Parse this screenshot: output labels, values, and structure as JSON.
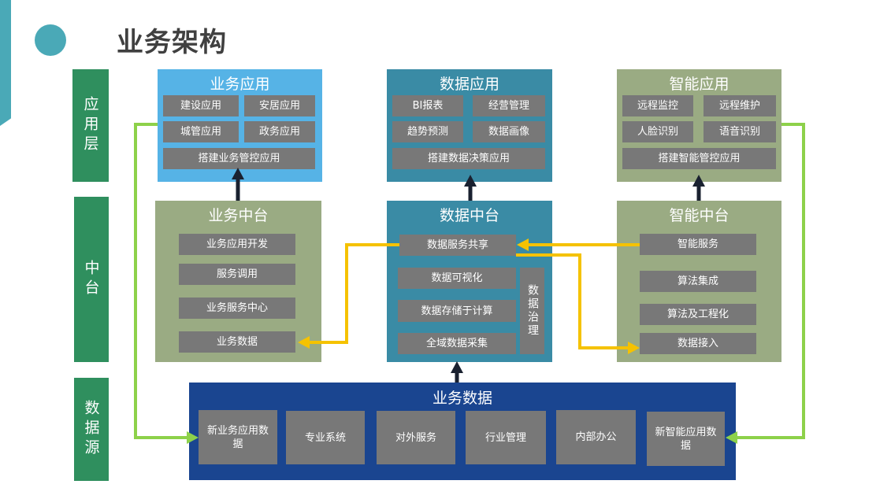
{
  "page": {
    "title": "业务架构"
  },
  "layers": [
    {
      "label": "应用层"
    },
    {
      "label": "中台"
    },
    {
      "label": "数据源"
    }
  ],
  "business_app": {
    "title": "业务应用",
    "items": [
      "建设应用",
      "安居应用",
      "城管应用",
      "政务应用"
    ],
    "footer": "搭建业务管控应用"
  },
  "data_app": {
    "title": "数据应用",
    "items": [
      "BI报表",
      "经营管理",
      "趋势预测",
      "数据画像"
    ],
    "footer": "搭建数据决策应用"
  },
  "smart_app": {
    "title": "智能应用",
    "items": [
      "远程监控",
      "远程维护",
      "人脸识别",
      "语音识别"
    ],
    "footer": "搭建智能管控应用"
  },
  "business_mid": {
    "title": "业务中台",
    "items": [
      "业务应用开发",
      "服务调用",
      "业务服务中心",
      "业务数据"
    ]
  },
  "data_mid": {
    "title": "数据中台",
    "items": [
      "数据服务共享",
      "数据可视化",
      "数据存储于计算",
      "全域数据采集"
    ],
    "side": "数据治理"
  },
  "smart_mid": {
    "title": "智能中台",
    "items": [
      "智能服务",
      "算法集成",
      "算法及工程化",
      "数据接入"
    ]
  },
  "business_data": {
    "title": "业务数据",
    "items": [
      "新业务应用数据",
      "专业系统",
      "对外服务",
      "行业管理",
      "内部办公",
      "新智能应用数据"
    ]
  },
  "colors": {
    "teal": "#4aa9b7",
    "layer_green": "#2f8f5e",
    "business_app_blue": "#56b3e6",
    "data_teal": "#3a8ba5",
    "sage": "#9aab83",
    "navy": "#1a4590",
    "box_gray": "#787878",
    "yellow_arrow": "#f5c200",
    "green_arrow": "#8dd14a",
    "dark_arrow": "#1a2130"
  }
}
